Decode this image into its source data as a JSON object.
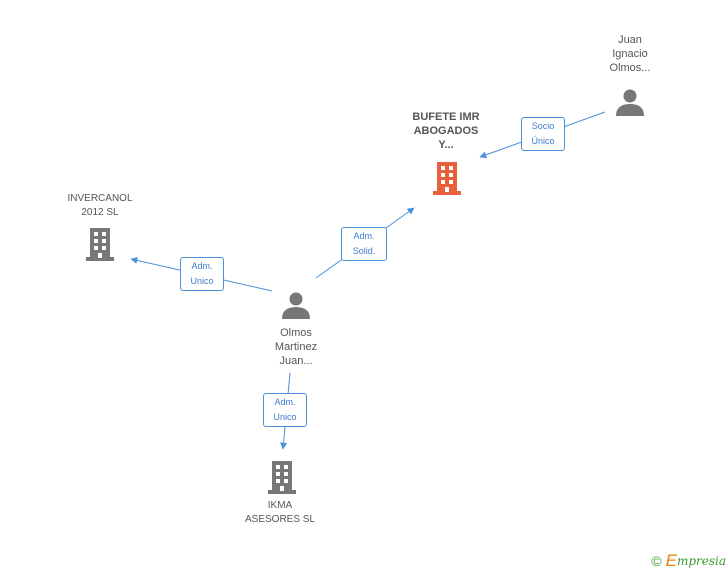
{
  "nodes": {
    "juan_ignacio": {
      "label": "Juan\nIgnacio\nOlmos..."
    },
    "bufete": {
      "label": "BUFETE IMR\nABOGADOS\nY..."
    },
    "invercanol": {
      "label": "INVERCANOL\n2012 SL"
    },
    "olmos_martinez": {
      "label": "Olmos\nMartinez\nJuan..."
    },
    "ikma": {
      "label": "IKMA\nASESORES SL"
    }
  },
  "edges": {
    "socio_unico": {
      "label": "Socio\nÚnico"
    },
    "adm_solid": {
      "label": "Adm.\nSolid."
    },
    "adm_unico_invercanol": {
      "label": "Adm.\nUnico"
    },
    "adm_unico_ikma": {
      "label": "Adm.\nUnico"
    }
  },
  "colors": {
    "edge": "#4a90d9",
    "company": "#777777",
    "company_highlight": "#e8603c",
    "person": "#777777"
  },
  "footer": {
    "copyright": "©",
    "brand_initial": "E",
    "brand_rest": "mpresia"
  }
}
